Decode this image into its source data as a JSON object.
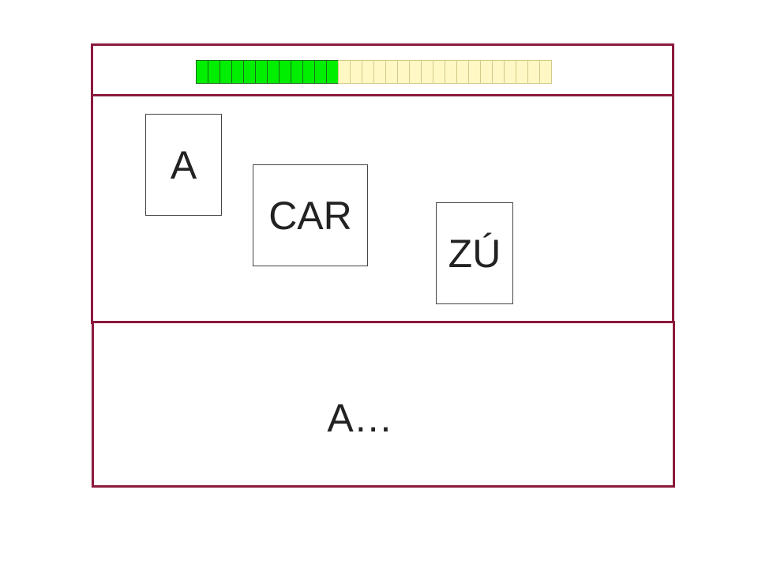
{
  "progress": {
    "completed": 12,
    "total": 30,
    "done_color": "#00ee00",
    "todo_color": "#fff8c4"
  },
  "cards": [
    {
      "id": "card-a",
      "label": "A"
    },
    {
      "id": "card-car",
      "label": "CAR"
    },
    {
      "id": "card-zu",
      "label": "ZÚ"
    }
  ],
  "answer": {
    "text": "A…"
  },
  "colors": {
    "panel_border": "#8b1a3c"
  }
}
